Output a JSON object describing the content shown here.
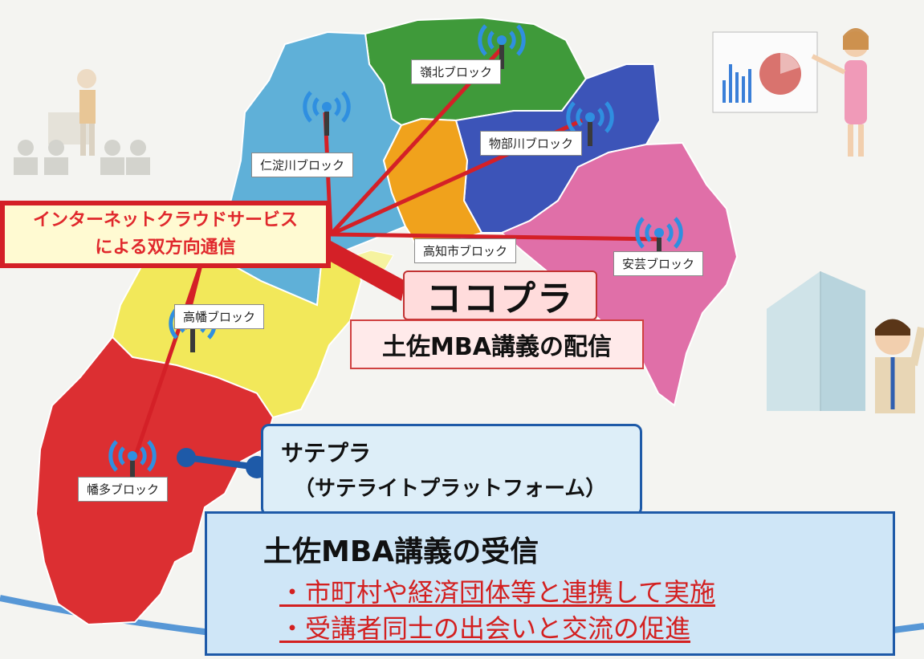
{
  "blocks": [
    {
      "id": "reihoku",
      "label": "嶺北ブロック",
      "color": "#3f9a3a"
    },
    {
      "id": "niyodo",
      "label": "仁淀川ブロック",
      "color": "#5fb0d8"
    },
    {
      "id": "monobe",
      "label": "物部川ブロック",
      "color": "#3c54b8"
    },
    {
      "id": "kochi",
      "label": "高知市ブロック",
      "color": "#f0a21c"
    },
    {
      "id": "aki",
      "label": "安芸ブロック",
      "color": "#e06fa8"
    },
    {
      "id": "takahata",
      "label": "高幡ブロック",
      "color": "#f2e85a"
    },
    {
      "id": "hata",
      "label": "幡多ブロック",
      "color": "#dc2f32"
    }
  ],
  "callouts": {
    "cloud_line1": "インターネットクラウドサービス",
    "cloud_line2": "による双方向通信",
    "cocopla": "ココプラ",
    "delivery": "土佐MBA講義の配信",
    "satepla_title": "サテプラ",
    "satepla_sub": "（サテライトプラットフォーム）",
    "receive_title": "土佐MBA講義の受信",
    "receive_items": [
      "・市町村や経済団体等と連携して実施",
      "・受講者同士の出会いと交流の促進"
    ]
  },
  "colors": {
    "link_red": "#d42027",
    "satellite_blue": "#1e5aa8",
    "antenna_blue": "#2f8fe0"
  }
}
